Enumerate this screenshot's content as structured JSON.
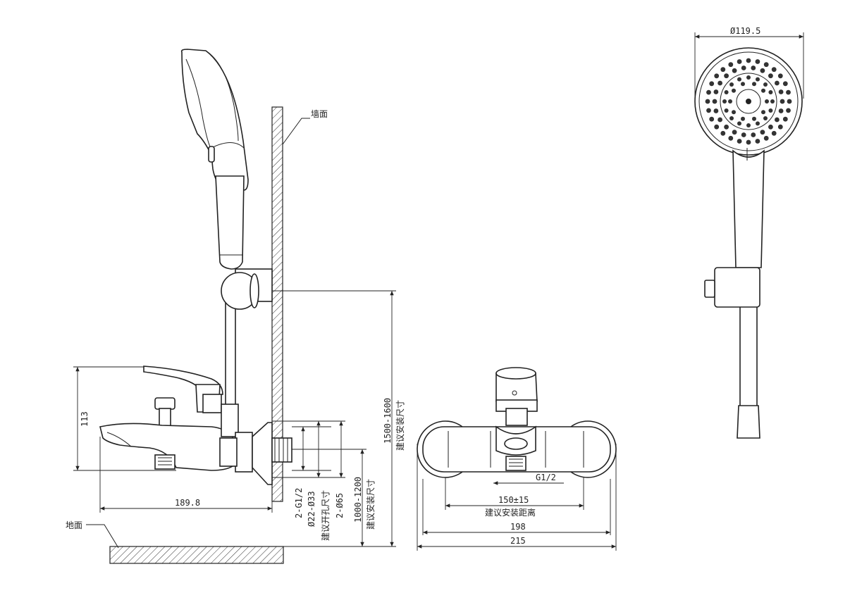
{
  "labels": {
    "wall": "墙面",
    "floor": "地面"
  },
  "dims": {
    "height_113": "113",
    "depth_189_8": "189.8",
    "thread_g12_left": "2-G1/2",
    "hole_dia": "Ø22-Ø33",
    "hole_note": "建议开孔尺寸",
    "flange_dia": "2-Ø65",
    "mount_height": "1000-1200",
    "mount_height_note": "建议安装尺寸",
    "holder_height": "1500-1600",
    "holder_height_note": "建议安装尺寸",
    "thread_g12_front": "G1/2",
    "center_dist": "150±15",
    "center_dist_note": "建议安装距离",
    "width_198": "198",
    "width_215": "215",
    "head_dia": "Ø119.5"
  }
}
